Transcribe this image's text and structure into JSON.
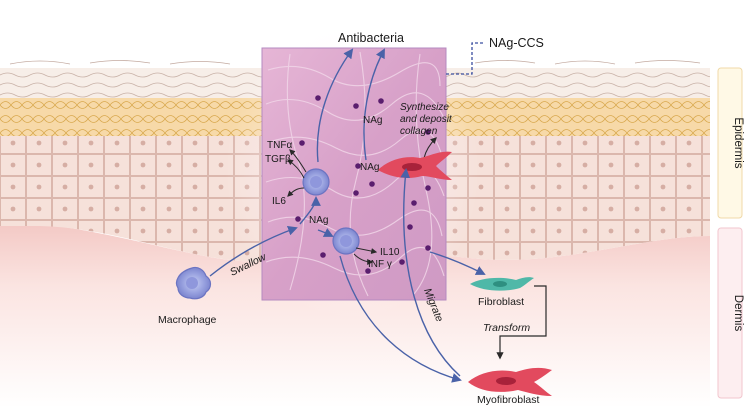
{
  "labels": {
    "antibacteria": "Antibacteria",
    "nag_ccs": "NAg-CCS",
    "synthesize_line1": "Synthesize",
    "synthesize_line2": "and deposit",
    "synthesize_line3": "collagen",
    "nag_top": "NAg",
    "nag_mid": "NAg",
    "nag_low": "NAg",
    "tnfa": "TNFα",
    "tgfb": "TGFβ",
    "il6": "IL6",
    "il10": "IL10",
    "infy": "INF γ",
    "swallow": "Swallow",
    "macrophage": "Macrophage",
    "fibroblast": "Fibroblast",
    "transform": "Transform",
    "migrate": "Migrate",
    "myofibroblast": "Myofibroblast",
    "epidermis": "Epidermis",
    "dermis": "Dermis"
  },
  "colors": {
    "arrow_blue": "#4a62a8",
    "arrow_dark": "#2a2a2a",
    "scaffold": "#d9a6cc",
    "scaffold_border": "#b48ac0",
    "macrophage": "#8a94d8",
    "fibroblast": "#4fb8a8",
    "myofibroblast": "#e0485c",
    "nag_dot": "#5a1e6e",
    "epidermis_band": "#fff9e6",
    "dermis_band": "#fdeef0"
  },
  "icons": [
    "macrophage-cell-icon",
    "fibroblast-cell-icon",
    "myofibroblast-cell-icon",
    "nanoparticle-dot-icon"
  ]
}
